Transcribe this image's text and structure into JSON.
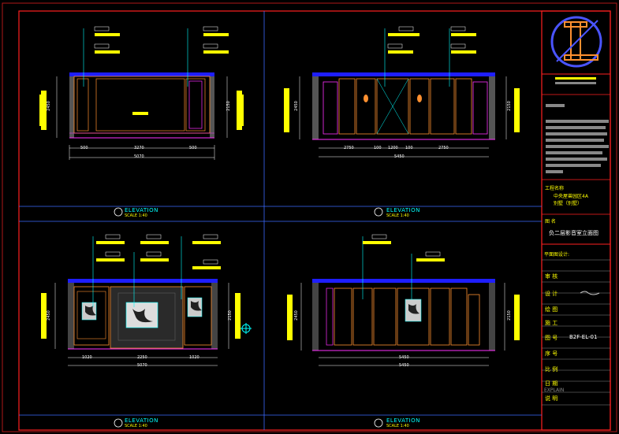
{
  "colors": {
    "background": "#000000",
    "frame": "#ff2020",
    "wall": "#1e1eff",
    "panel": "#ff9030",
    "magenta": "#ff30ff",
    "yellow": "#ffff00",
    "cyan": "#00ffff",
    "grid": "#3a6bff"
  },
  "elevations": [
    {
      "id": "A",
      "title": "ELEVATION",
      "scale": "SCALE 1:40"
    },
    {
      "id": "B",
      "title": "ELEVATION",
      "scale": "SCALE 1:40"
    },
    {
      "id": "C",
      "title": "ELEVATION",
      "scale": "SCALE 1:40"
    },
    {
      "id": "D",
      "title": "ELEVATION",
      "scale": "SCALE 1:40"
    }
  ],
  "dims": {
    "a_bottom": [
      "500",
      "3270",
      "500"
    ],
    "a_total": "5070",
    "a_side": [
      "2450",
      "2150"
    ],
    "b_bottom": [
      "2750",
      "100",
      "1200",
      "100",
      "2750"
    ],
    "b_total": "5450",
    "b_side": [
      "2450",
      "2150"
    ],
    "c_bottom": [
      "1020",
      "2250",
      "1020"
    ],
    "c_total": "5070",
    "c_side": [
      "2450",
      "2150"
    ],
    "d_bottom": [
      "5450"
    ],
    "d_total": "5450",
    "d_side": [
      "2450",
      "2150"
    ]
  },
  "title_block": {
    "project_label": "工程名称",
    "project_lines": [
      "中央屋兽园区4A",
      "别墅（别墅）"
    ],
    "drawing_name_label": "图 名",
    "drawing_name": "负二层影音室立面图",
    "rows": [
      {
        "key": "审 核",
        "value": ""
      },
      {
        "key": "设 计",
        "value": ""
      },
      {
        "key": "绘 图",
        "value": ""
      },
      {
        "key": "施 工",
        "value": ""
      },
      {
        "key": "图 号",
        "value": "B2F-EL-01"
      },
      {
        "key": "序 号",
        "value": ""
      },
      {
        "key": "比 例",
        "value": ""
      },
      {
        "key": "日 期",
        "value": ""
      }
    ],
    "explain_label": "EXPLAIN",
    "explain_key": "说 明",
    "designer_label": "平面图设计:",
    "logo_letters": "IL"
  }
}
